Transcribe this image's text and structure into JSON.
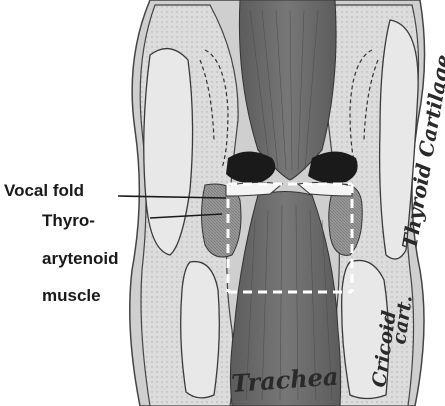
{
  "labels": {
    "vocal_fold": "Vocal fold",
    "thyro": "Thyro-",
    "arytenoid": "arytenoid",
    "muscle": "muscle"
  },
  "structures": {
    "thyroid_cartilage": "Thyroid Cartilage",
    "cricoid_line1": "Cricoid",
    "cricoid_line2": "cart.",
    "trachea": "Trachea"
  },
  "colors": {
    "tissue_dark": "#555555",
    "tissue_mid": "#8a8a8a",
    "cartilage": "#d9d9d9",
    "highlight_box": "#ffffff"
  }
}
